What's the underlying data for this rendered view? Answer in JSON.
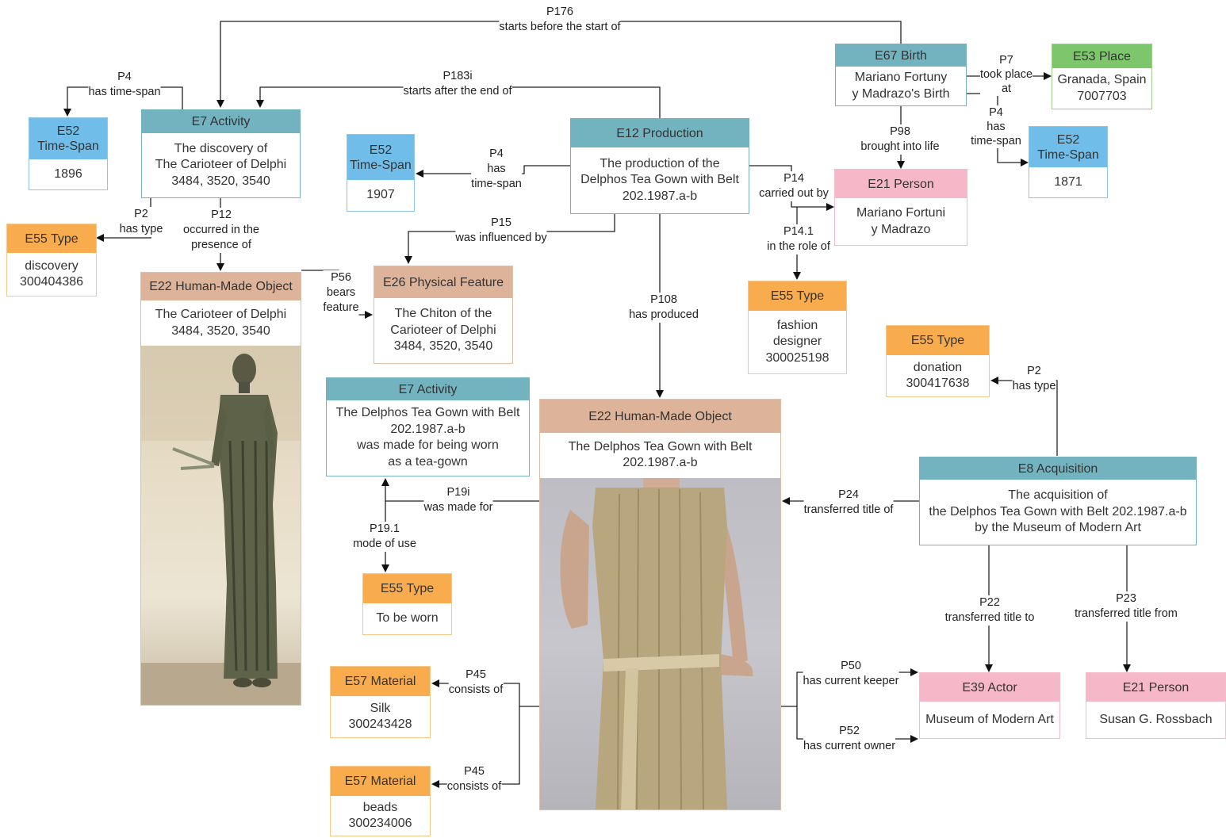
{
  "nodes": {
    "e52_1896": {
      "title": "E52\nTime-Span",
      "body": [
        "1896"
      ]
    },
    "e7_discovery": {
      "title": "E7 Activity",
      "body": [
        "The discovery of",
        "The Carioteer of Delphi",
        "3484, 3520, 3540"
      ]
    },
    "e52_1907": {
      "title": "E52\nTime-Span",
      "body": [
        "1907"
      ]
    },
    "e12_production": {
      "title": "E12 Production",
      "body": [
        "The production of the",
        "Delphos Tea Gown with Belt",
        "202.1987.a-b"
      ]
    },
    "e67_birth": {
      "title": "E67 Birth",
      "body": [
        "Mariano Fortuny",
        "y Madrazo's Birth"
      ]
    },
    "e53_place": {
      "title": "E53 Place",
      "body": [
        "Granada, Spain",
        "7007703"
      ]
    },
    "e52_1871": {
      "title": "E52\nTime-Span",
      "body": [
        "1871"
      ]
    },
    "e21_fortuni": {
      "title": "E21 Person",
      "body": [
        "Mariano Fortuni",
        "y Madrazo"
      ]
    },
    "e55_discovery": {
      "title": "E55 Type",
      "body": [
        "discovery",
        "300404386"
      ]
    },
    "e22_carioteer": {
      "title": "E22 Human-Made Object",
      "body": [
        "The Carioteer of Delphi",
        "3484, 3520, 3540"
      ]
    },
    "e26_chiton": {
      "title": "E26 Physical Feature",
      "body": [
        "The Chiton of the",
        "Carioteer of Delphi",
        "3484, 3520, 3540"
      ]
    },
    "e55_fashion": {
      "title": "E55 Type",
      "body": [
        "fashion",
        "designer",
        "300025198"
      ]
    },
    "e55_donation": {
      "title": "E55 Type",
      "body": [
        "donation",
        "300417638"
      ]
    },
    "e7_teagown": {
      "title": "E7 Activity",
      "body": [
        "The Delphos Tea Gown with Belt",
        "202.1987.a-b",
        "was made for being worn",
        "as a tea-gown"
      ]
    },
    "e22_gown": {
      "title": "E22 Human-Made Object",
      "body": [
        "The Delphos Tea Gown with Belt",
        "202.1987.a-b"
      ]
    },
    "e8_acquisition": {
      "title": "E8 Acquisition",
      "body": [
        "The acquisition of",
        "the Delphos Tea Gown with Belt 202.1987.a-b",
        "by the Museum of Modern Art"
      ]
    },
    "e55_worn": {
      "title": "E55 Type",
      "body": [
        "To be worn"
      ]
    },
    "e57_silk": {
      "title": "E57 Material",
      "body": [
        "Silk",
        "300243428"
      ]
    },
    "e57_beads": {
      "title": "E57 Material",
      "body": [
        "beads",
        "300234006"
      ]
    },
    "e39_moma": {
      "title": "E39 Actor",
      "body": [
        "Museum of Modern Art"
      ]
    },
    "e21_rossbach": {
      "title": "E21 Person",
      "body": [
        "Susan G. Rossbach"
      ]
    }
  },
  "edges": {
    "p176": [
      "P176",
      "starts before the start of"
    ],
    "p4_a": [
      "P4",
      "has time-span"
    ],
    "p183i": [
      "P183i",
      "starts after the end of"
    ],
    "p4_b": [
      "P4",
      "has",
      "time-span"
    ],
    "p7": [
      "P7",
      "took place",
      "at"
    ],
    "p4_c": [
      "P4",
      "has",
      "time-span"
    ],
    "p98": [
      "P98",
      "brought into life"
    ],
    "p14": [
      "P14",
      "carried out by"
    ],
    "p2_a": [
      "P2",
      "has type"
    ],
    "p12": [
      "P12",
      "occurred in the",
      "presence of"
    ],
    "p15": [
      "P15",
      "was influenced by"
    ],
    "p14_1": [
      "P14.1",
      "in the role of"
    ],
    "p56": [
      "P56",
      "bears",
      "feature"
    ],
    "p108": [
      "P108",
      "has produced"
    ],
    "p2_b": [
      "P2",
      "has type"
    ],
    "p19i": [
      "P19i",
      "was made for"
    ],
    "p19_1": [
      "P19.1",
      "mode of use"
    ],
    "p24": [
      "P24",
      "transferred title of"
    ],
    "p22": [
      "P22",
      "transferred  title to"
    ],
    "p23": [
      "P23",
      "transferred title from"
    ],
    "p45_a": [
      "P45",
      "consists of"
    ],
    "p45_b": [
      "P45",
      "consists of"
    ],
    "p50": [
      "P50",
      "has current keeper"
    ],
    "p52": [
      "P52",
      "has current owner"
    ]
  },
  "colors": {
    "activity": "#73b3bf",
    "timespan": "#70bde9",
    "type": "#f8ac4e",
    "place": "#7dc66b",
    "person": "#f6b8c9",
    "object": "#ddb399"
  },
  "images": {
    "statue": "photo of the Charioteer of Delphi bronze statue",
    "gown": "photo of the Delphos Tea Gown with Belt"
  }
}
